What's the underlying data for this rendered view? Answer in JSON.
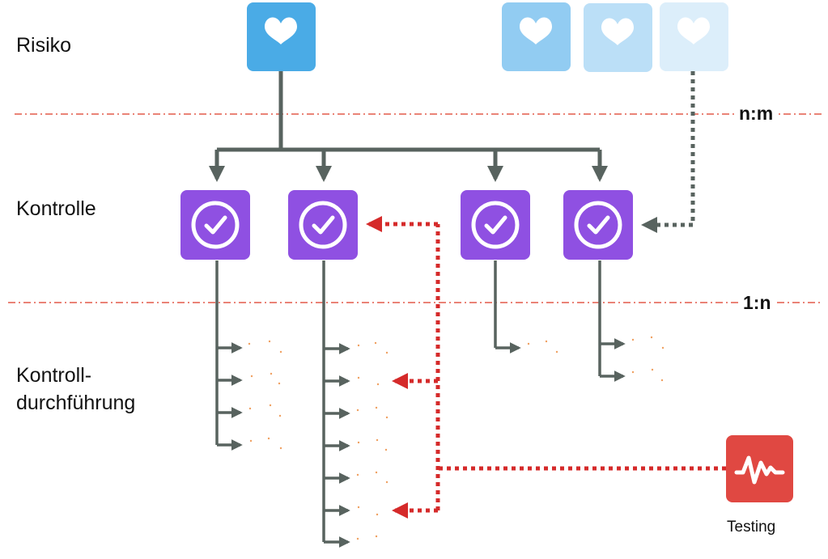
{
  "levels": {
    "risk": "Risiko",
    "control": "Kontrolle",
    "execution_line1": "Kontroll-",
    "execution_line2": "durchführung"
  },
  "relations": {
    "risk_control": "n:m",
    "control_execution": "1:n"
  },
  "testing": {
    "label": "Testing"
  },
  "icons": {
    "risk": "heart-icon",
    "control": "check-circle-icon",
    "testing": "activity-pulse-icon"
  },
  "colors": {
    "risk_primary": "#4AABE6",
    "risk_faded_1": "#92CCF2",
    "risk_faded_2": "#BBDFF7",
    "risk_faded_3": "#DCEEFA",
    "control": "#8F50E2",
    "testing": "#E04842",
    "connector": "#58635F",
    "testing_connector": "#D52A2A",
    "divider": "#E45A4A",
    "execution_dots": "#F0A060"
  }
}
